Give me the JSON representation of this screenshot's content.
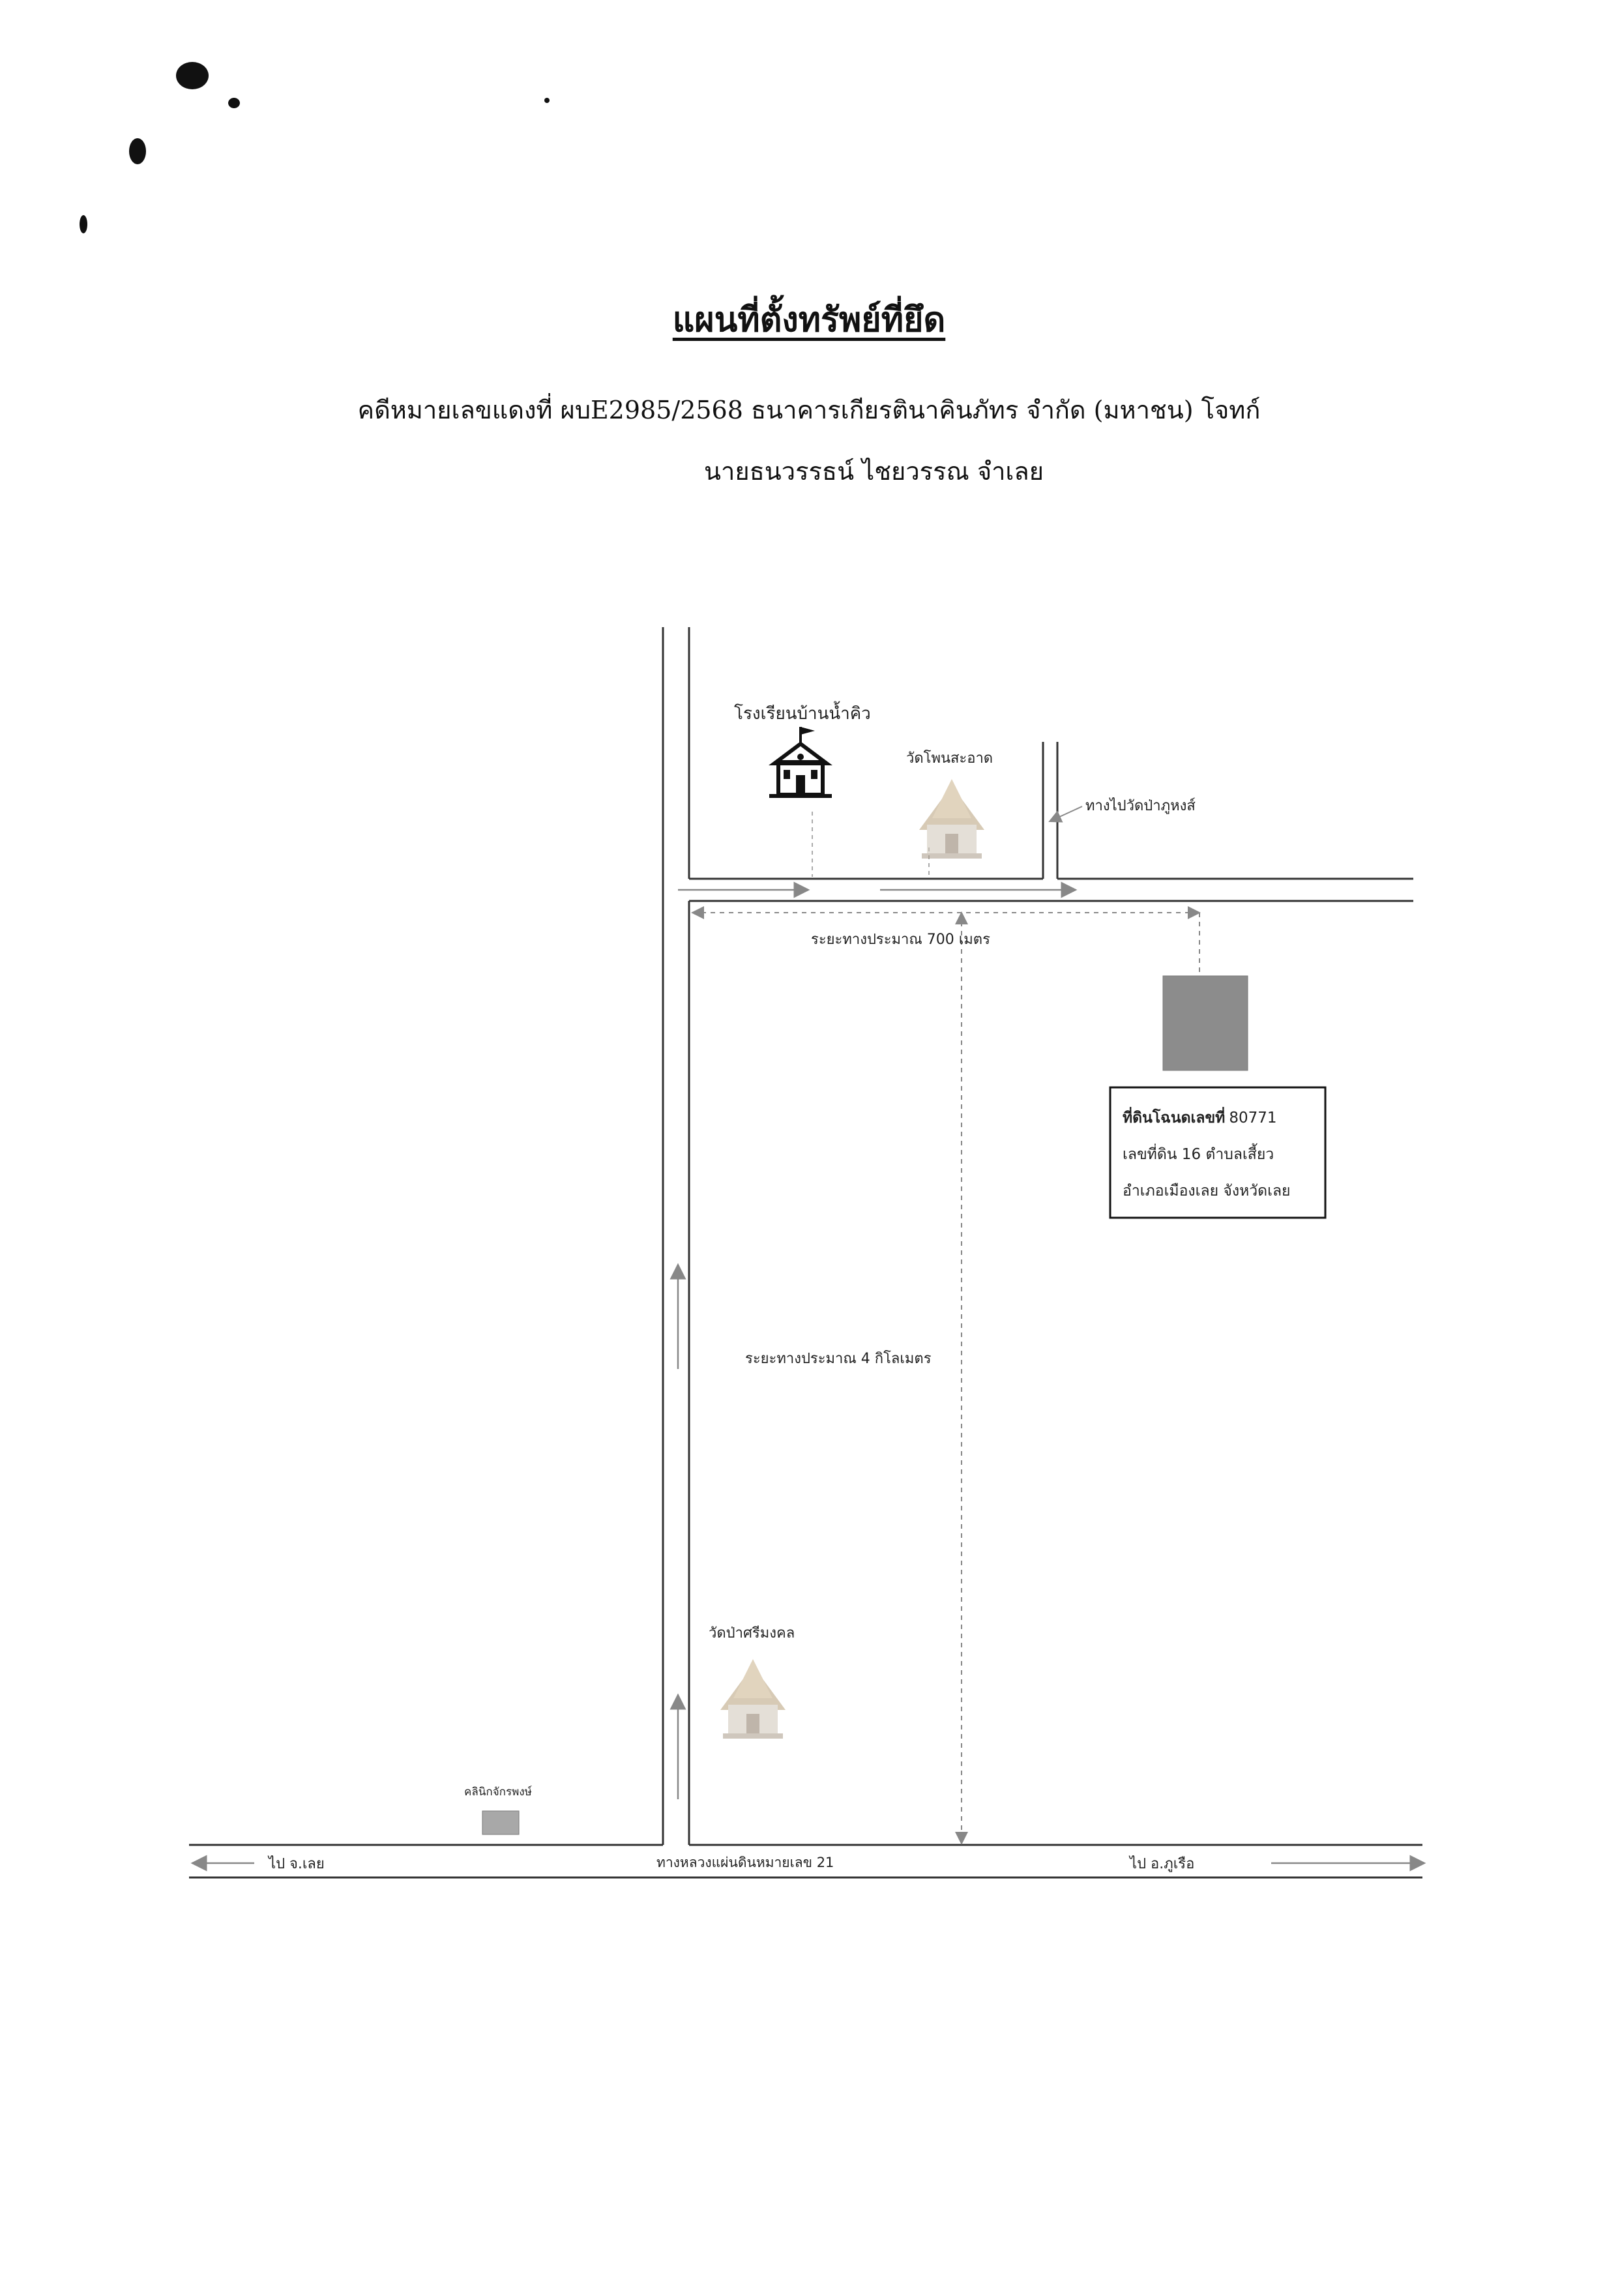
{
  "header": {
    "title": "แผนที่ตั้งทรัพย์ที่ยึด",
    "case_line": "คดีหมายเลขแดงที่  ผบE2985/2568  ธนาคารเกียรตินาคินภัทร จำกัด (มหาชน)  โจทก์",
    "defendant_line": "นายธนวรรธน์ ไชยวรรณ  จำเลย"
  },
  "map": {
    "landmarks": {
      "school": "โรงเรียนบ้านน้ำคิว",
      "temple_pho": "วัดโพนสะอาด",
      "to_temple": "ทางไปวัดป่าภูหงส์",
      "temple_pa": "วัดป่าศรีมงคล",
      "clinic": "คลินิกจักรพงษ์"
    },
    "distances": {
      "d700": "ระยะทางประมาณ 700 เมตร",
      "d4km": "ระยะทางประมาณ 4 กิโลเมตร"
    },
    "land": {
      "line1_bold": "ที่ดินโฉนดเลขที่",
      "line1_num": "80771",
      "line2": "เลขที่ดิน 16 ตำบลเสี้ยว",
      "line3": "อำเภอเมืองเลย จังหวัดเลย"
    },
    "road": {
      "to_loei": "ไป จ.เลย",
      "highway": "ทางหลวงแผ่นดินหมายเลข 21",
      "to_phurua": "ไป อ.ภูเรือ"
    },
    "colors": {
      "parcel": "#8c8c8c",
      "clinic": "#a8a8a8",
      "road": "#333333",
      "guide": "#888888"
    }
  }
}
